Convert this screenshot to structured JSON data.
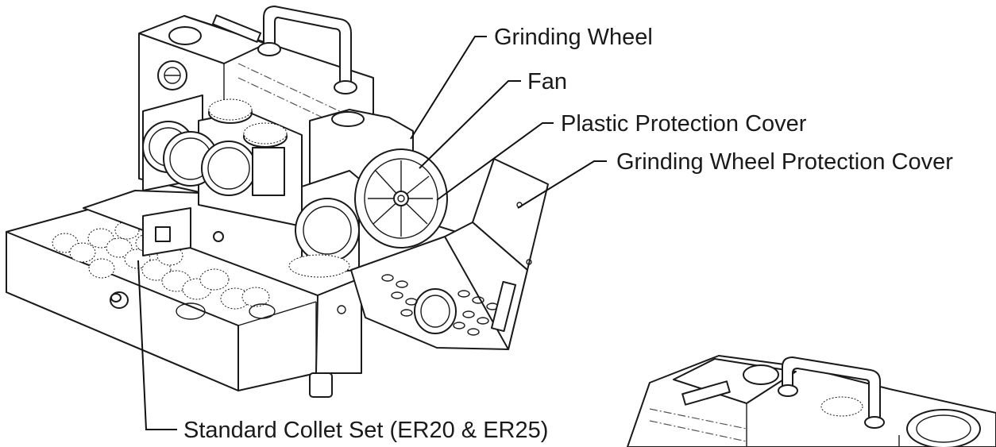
{
  "labels": {
    "grinding_wheel": "Grinding Wheel",
    "fan": "Fan",
    "plastic_cover": "Plastic Protection Cover",
    "wheel_cover": "Grinding Wheel Protection Cover",
    "collet_set": "Standard Collet Set (ER20 & ER25)"
  },
  "icons": {
    "machine": "grinder-machine-drawing",
    "inset": "grinder-top-view-drawing"
  },
  "colors": {
    "line": "#1a1a1a",
    "background": "#ffffff"
  }
}
